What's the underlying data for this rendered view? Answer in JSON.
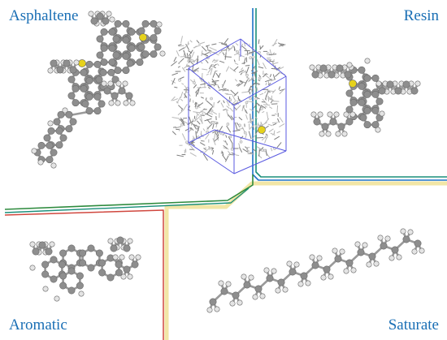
{
  "labels": {
    "asphaltene": "Asphaltene",
    "resin": "Resin",
    "aromatic": "Aromatic",
    "saturate": "Saturate"
  },
  "colors": {
    "label": "#1a6fb5",
    "divider_blue": "#1e73c8",
    "divider_teal": "#1a8f7a",
    "divider_green": "#2e8b3e",
    "divider_red": "#d0473e",
    "divider_yellow": "#f2e6a6",
    "box_outline": "#5a5ae0",
    "atom_carbon": "#8e8e8e",
    "atom_hydrogen": "#e4e4e4",
    "atom_sulfur": "#e6d21c",
    "bond": "#9a9a9a"
  },
  "icons": {
    "asphaltene": "asphaltene-molecule-icon",
    "resin": "resin-molecule-icon",
    "aromatic": "aromatic-molecule-icon",
    "saturate": "saturate-chain-icon",
    "box": "mixture-simulation-box-icon"
  }
}
